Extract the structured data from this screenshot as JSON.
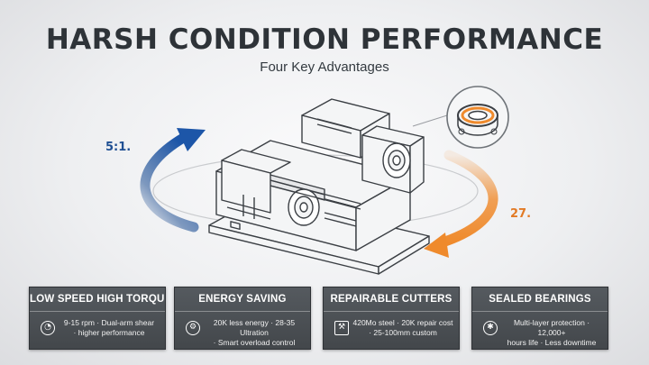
{
  "header": {
    "title": "HARSH CONDITION PERFORMANCE",
    "subtitle": "Four Key Advantages"
  },
  "callouts": {
    "left": "5:1.",
    "right": "27."
  },
  "colors": {
    "blue_arrow": "#1f4f93",
    "orange_arrow": "#ef8a2c",
    "card_bg": "#4b4f53"
  },
  "cards": [
    {
      "title": "LOW SPEED HIGH TORQUE",
      "icon": "gauge-icon",
      "line1": "9-15 rpm · Dual-arm shear",
      "line2": "· higher performance"
    },
    {
      "title": "ENERGY SAVING",
      "icon": "gears-icon",
      "line1": "20K less energy · 28-35 Ultration",
      "line2": "· Smart overload control"
    },
    {
      "title": "REPAIRABLE CUTTERS",
      "icon": "wrench-icon",
      "line1": "420Mo steel · 20K repair cost",
      "line2": "· 25-100mm custom"
    },
    {
      "title": "SEALED BEARINGS",
      "icon": "bearing-icon",
      "line1": "Multi-layer protection · 12,000+",
      "line2": "hours life · Less downtime"
    }
  ]
}
